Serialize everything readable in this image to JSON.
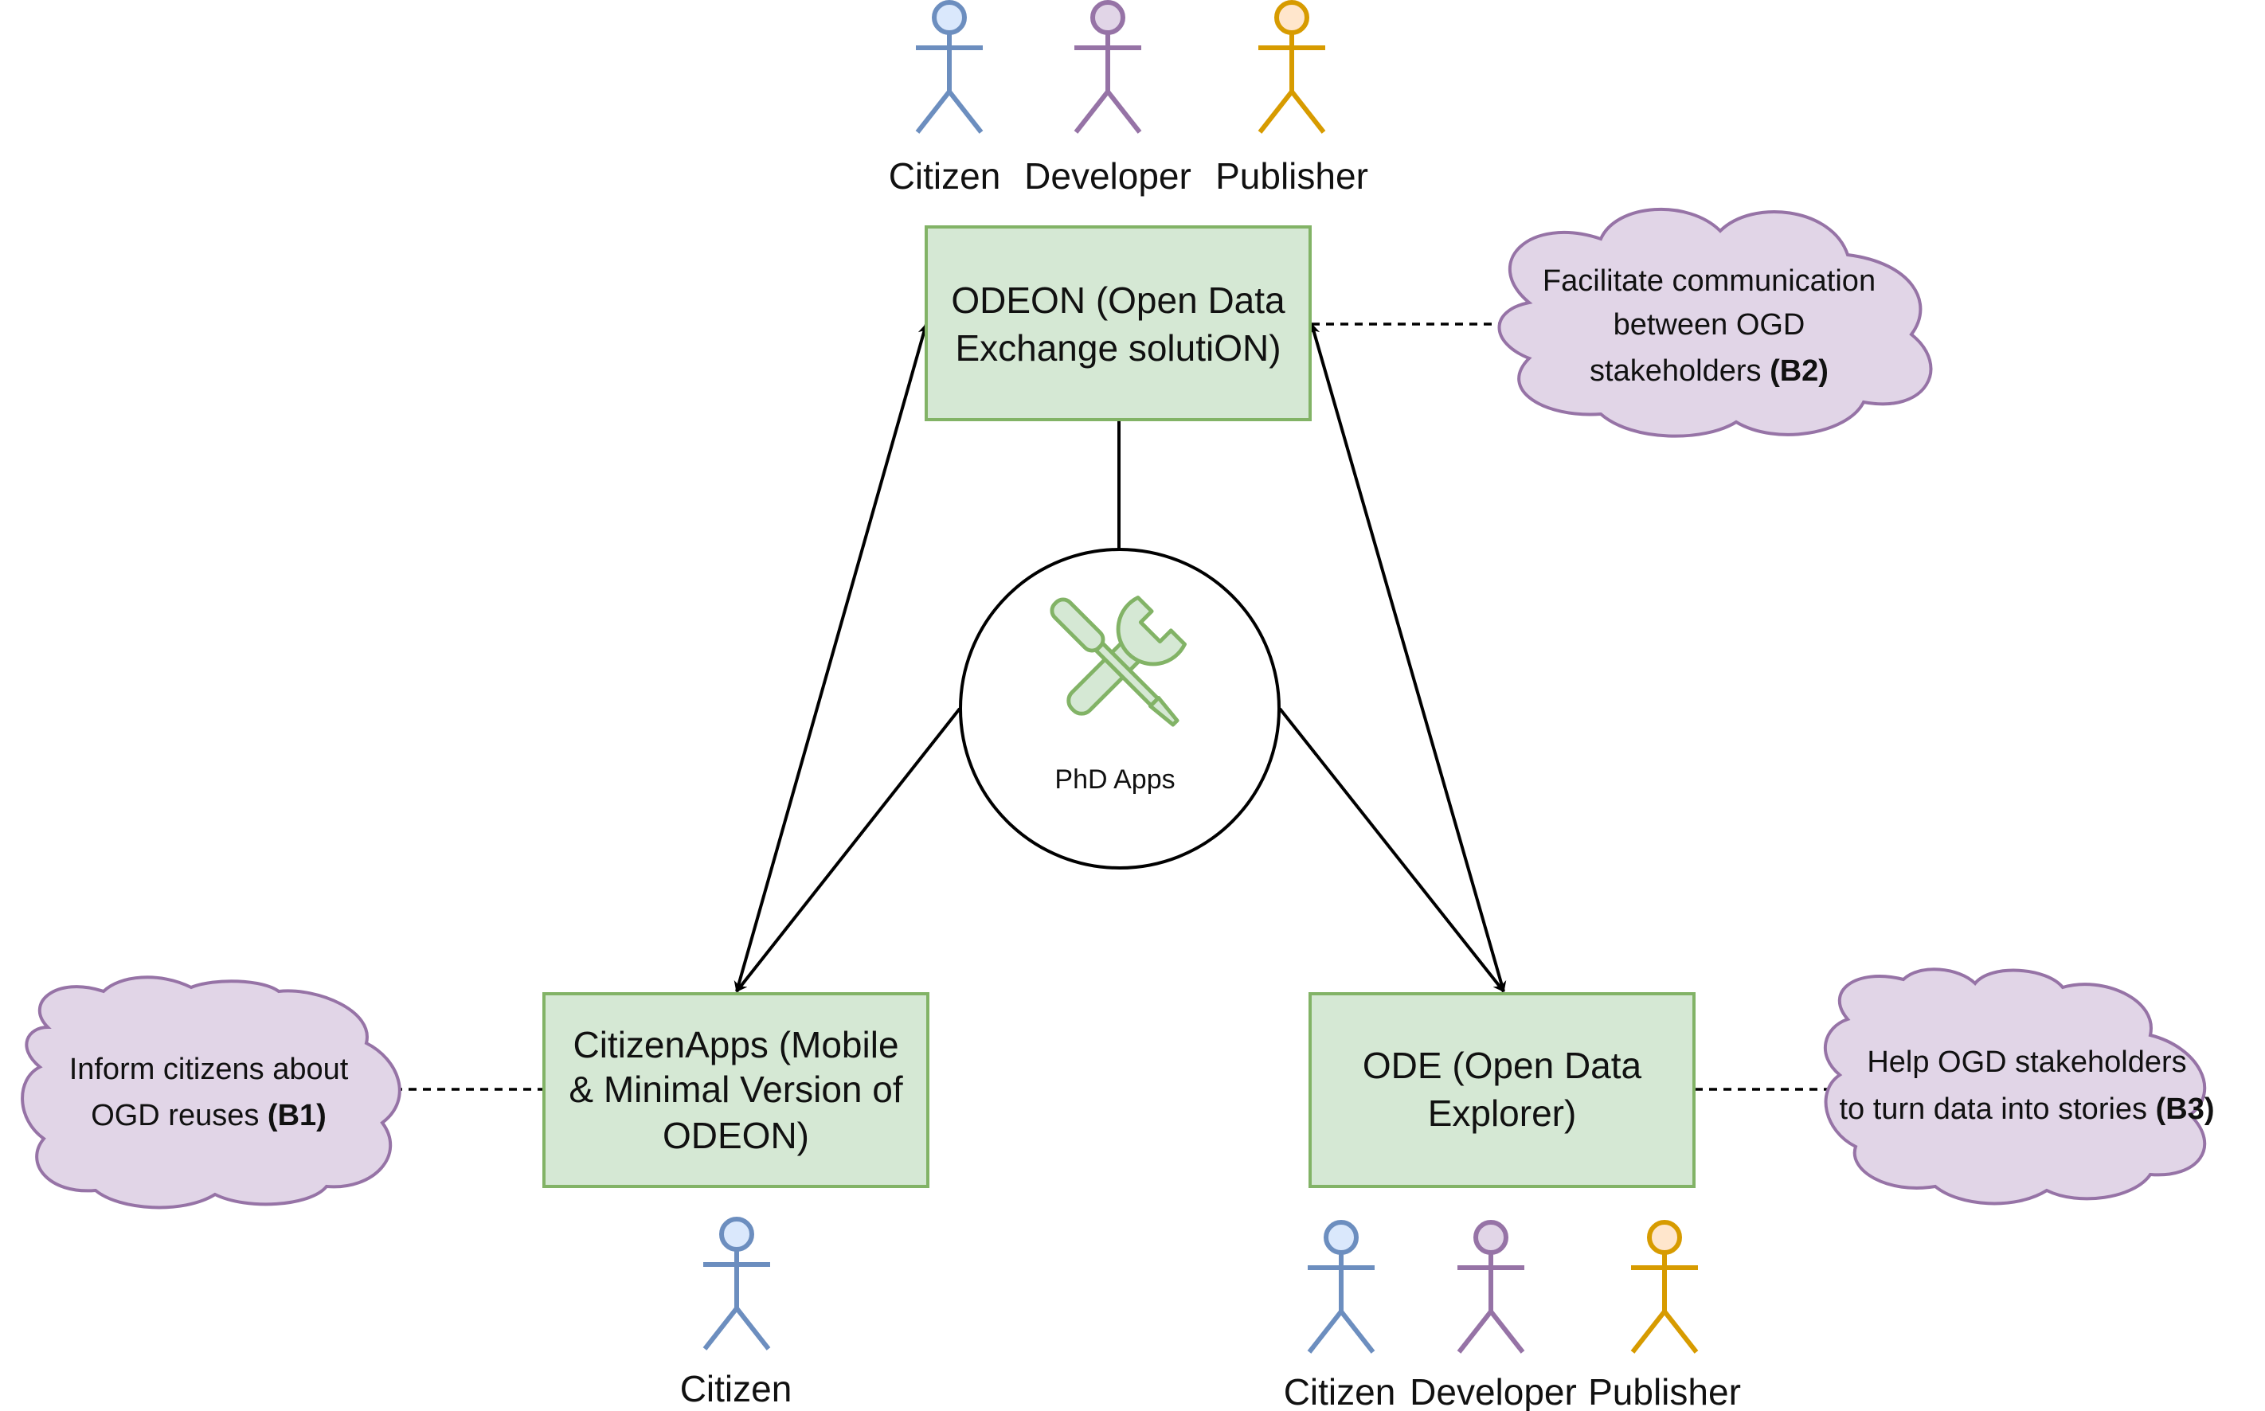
{
  "colors": {
    "box_fill": "#d5e8d4",
    "box_stroke": "#82b366",
    "cloud_fill": "#e1d5e7",
    "cloud_stroke": "#9673a6",
    "actor_blue_fill": "#dae8fc",
    "actor_blue_stroke": "#6c8ebf",
    "actor_purple_fill": "#e1d5e7",
    "actor_purple_stroke": "#9673a6",
    "actor_yellow_fill": "#ffe6cc",
    "actor_yellow_stroke": "#d79b00",
    "line": "#000000"
  },
  "center": {
    "label": "PhD Apps",
    "icon": "tools-icon"
  },
  "boxes": {
    "odeon": {
      "line1": "ODEON (Open Data",
      "line2": "Exchange solutiON)"
    },
    "citizenapps": {
      "line1": "CitizenApps (Mobile",
      "line2": "& Minimal Version of",
      "line3": "ODEON)"
    },
    "ode": {
      "line1": "ODE (Open Data",
      "line2": "Explorer)"
    }
  },
  "clouds": {
    "b2": {
      "line1": "Facilitate communication",
      "line2": "between OGD",
      "line3": "stakeholders ",
      "bold": "(B2)"
    },
    "b1": {
      "line1": "Inform citizens about",
      "line2": "OGD reuses ",
      "bold": "(B1)"
    },
    "b3": {
      "line1": "Help OGD stakeholders",
      "line2": "to turn data into stories ",
      "bold": "(B3)"
    }
  },
  "actors": {
    "top": [
      "Citizen",
      "Developer",
      "Publisher"
    ],
    "citizenapps": [
      "Citizen"
    ],
    "ode": [
      "Citizen",
      "Developer",
      "Publisher"
    ]
  }
}
